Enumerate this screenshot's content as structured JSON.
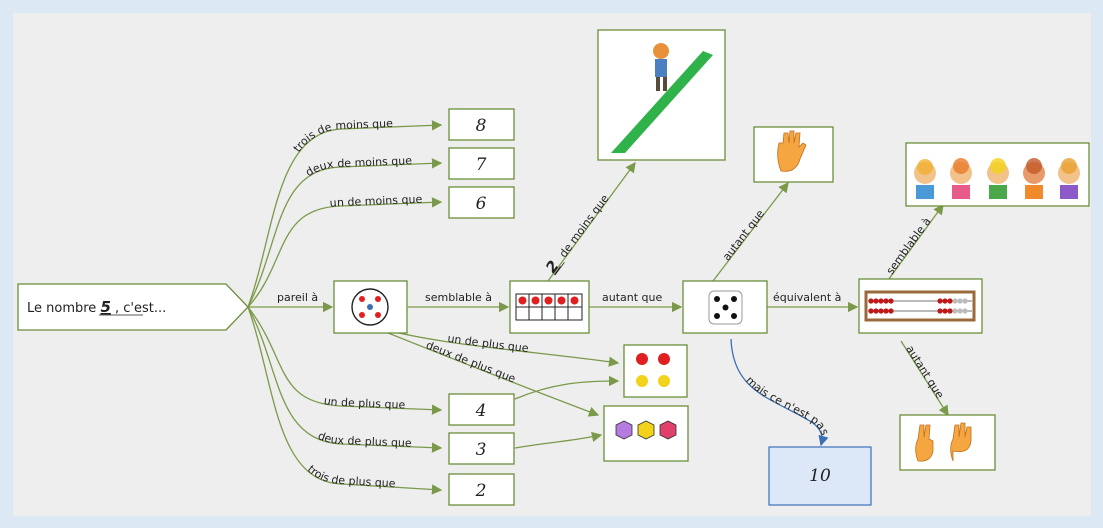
{
  "start": {
    "prefix": "Le nombre ",
    "number": "5",
    "suffix": " , c'est..."
  },
  "less": [
    {
      "label": "trois de moins que",
      "value": "8"
    },
    {
      "label": "deux de moins que",
      "value": "7"
    },
    {
      "label": "un de moins que",
      "value": "6"
    }
  ],
  "more": [
    {
      "label": "un de plus que",
      "value": "4"
    },
    {
      "label": "deux de plus que",
      "value": "3"
    },
    {
      "label": "trois de plus que",
      "value": "2"
    }
  ],
  "chain": {
    "pareil": "pareil à",
    "semblable1": "semblable à",
    "autant1": "autant que",
    "equivalent": "équivalent à",
    "un_plus": "un de plus que",
    "deux_plus": "deux de plus que",
    "moins_num": "2",
    "moins_text": "_ de moins que",
    "autant_hand": "autant que",
    "semblable_kids": "semblable à",
    "autant_fingers": "autant que",
    "mais": "mais ce n'est pas",
    "ten": "10"
  },
  "colors": {
    "edge": "#7a9a4a",
    "blue_edge": "#3b6fb5",
    "track": "#2fb24a",
    "red": "#e02020",
    "yellow": "#f2d21a"
  }
}
